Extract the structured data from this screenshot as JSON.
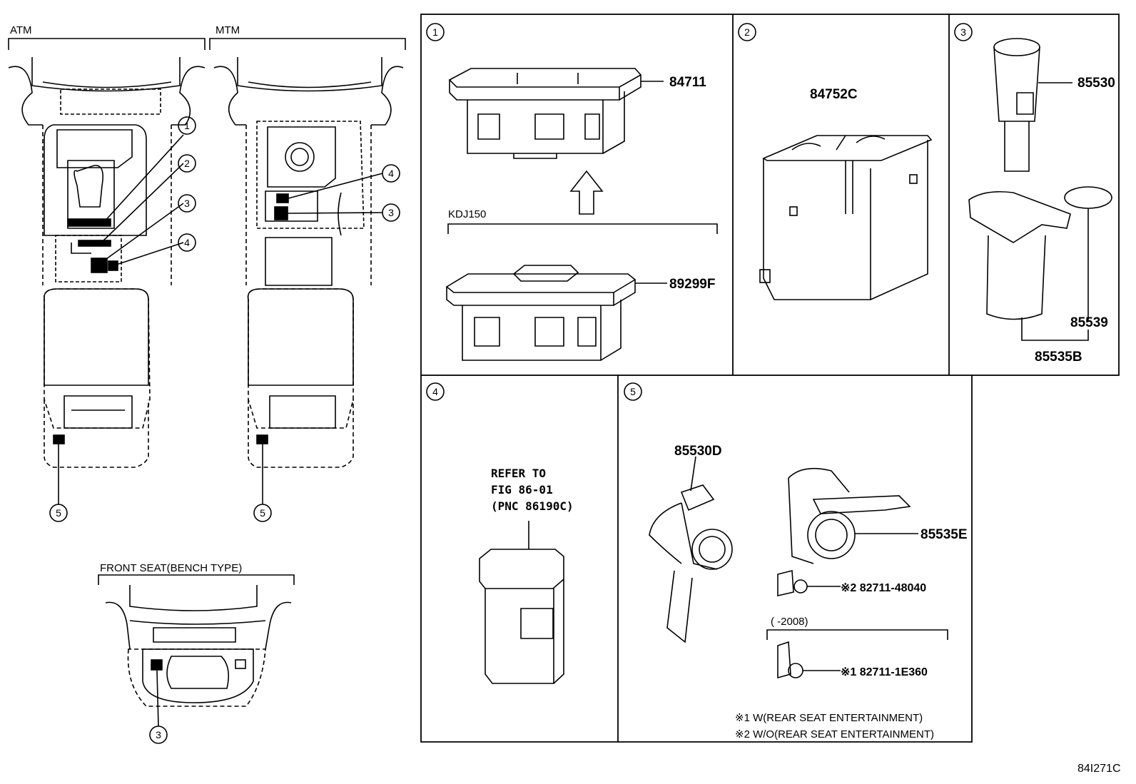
{
  "views": {
    "atm": "ATM",
    "mtm": "MTM",
    "bench": "FRONT SEAT(BENCH TYPE)"
  },
  "callouts": {
    "c1": "1",
    "c2": "2",
    "c3": "3",
    "c4": "4",
    "c5": "5"
  },
  "panels": {
    "p1": {
      "number": "1",
      "variant": "KDJ150",
      "parts": [
        "84711",
        "89299F"
      ]
    },
    "p2": {
      "number": "2",
      "parts": [
        "84752C"
      ]
    },
    "p3": {
      "number": "3",
      "parts": [
        "85530",
        "85539",
        "85535B"
      ]
    },
    "p4": {
      "number": "4",
      "refer": [
        "REFER TO",
        "FIG 86-01",
        "(PNC 86190C)"
      ]
    },
    "p5": {
      "number": "5",
      "parts": [
        "85530D",
        "85535E"
      ],
      "fastener_w": "※2 82711-48040",
      "year_range": "(      -2008)",
      "fastener_wo": "※1 82711-1E360",
      "notes": [
        "※1 W(REAR SEAT ENTERTAINMENT)",
        "※2 W/O(REAR SEAT ENTERTAINMENT)"
      ]
    }
  },
  "figure_id": "84I271C"
}
